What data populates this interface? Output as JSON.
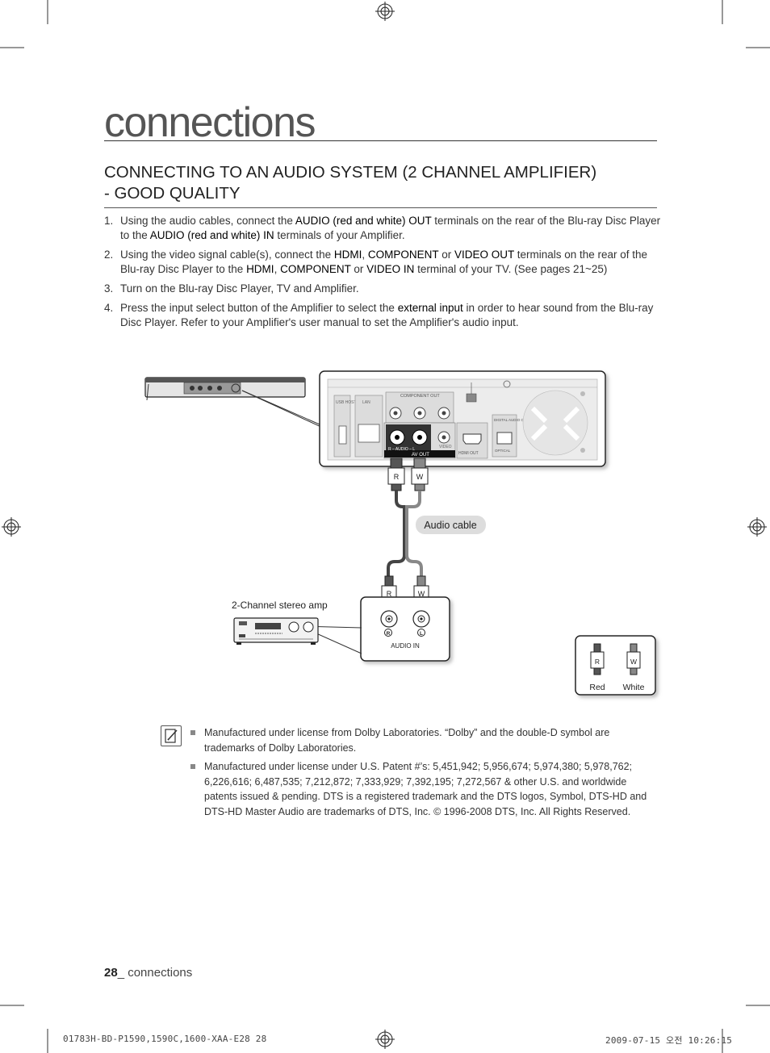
{
  "header": {
    "section_title": "connections"
  },
  "heading": {
    "line1": "CONNECTING TO AN AUDIO SYSTEM (2 CHANNEL AMPLIFIER)",
    "line2": "- GOOD QUALITY"
  },
  "steps": [
    {
      "num": "1.",
      "segments": [
        {
          "t": "Using the audio cables, connect the "
        },
        {
          "t": "AUDIO (red and white) OUT",
          "kw": true
        },
        {
          "t": " terminals on the rear of the Blu-ray Disc Player to the "
        },
        {
          "t": "AUDIO (red and white) IN",
          "kw": true
        },
        {
          "t": " terminals of your Amplifier."
        }
      ]
    },
    {
      "num": "2.",
      "segments": [
        {
          "t": "Using the video signal cable(s), connect the "
        },
        {
          "t": "HDMI",
          "kw": true
        },
        {
          "t": ", "
        },
        {
          "t": "COMPONENT",
          "kw": true
        },
        {
          "t": " or "
        },
        {
          "t": "VIDEO OUT",
          "kw": true
        },
        {
          "t": " terminals on the rear of the Blu-ray Disc Player to the "
        },
        {
          "t": "HDMI",
          "kw": true
        },
        {
          "t": ", "
        },
        {
          "t": "COMPONENT",
          "kw": true
        },
        {
          "t": " or "
        },
        {
          "t": "VIDEO IN",
          "kw": true
        },
        {
          "t": " terminal of your TV. (See pages 21~25)"
        }
      ]
    },
    {
      "num": "3.",
      "segments": [
        {
          "t": "Turn on the Blu-ray Disc Player, TV and Amplifier."
        }
      ]
    },
    {
      "num": "4.",
      "segments": [
        {
          "t": "Press the input select button of the Amplifier to select the "
        },
        {
          "t": "external input",
          "kw": true
        },
        {
          "t": "  in order to hear sound from the Blu-ray Disc Player. Refer to your Amplifier's user manual to set the Amplifier's audio input."
        }
      ]
    }
  ],
  "diagram": {
    "component_out": "COMPONENT OUT",
    "av_out": "AV OUT",
    "audio_rl": "R – AUDIO – L",
    "video": "VIDEO",
    "hdmi_out": "HDMI OUT",
    "digital_audio_out": "DIGITAL AUDIO OUT",
    "optical": "OPTICAL",
    "lan": "LAN",
    "usb_host": "USB HOST",
    "audio_cable": "Audio cable",
    "amp_label": "2-Channel stereo amp",
    "audio_in": "AUDIO IN",
    "plug_r": "R",
    "plug_w": "W",
    "jack_r": "R",
    "jack_l": "L",
    "legend_red": "Red",
    "legend_white": "White"
  },
  "notes": [
    "Manufactured under license from Dolby Laboratories. “Dolby” and the double-D symbol are trademarks of Dolby Laboratories.",
    "Manufactured under license under U.S. Patent #’s: 5,451,942; 5,956,674; 5,974,380; 5,978,762; 6,226,616; 6,487,535; 7,212,872; 7,333,929; 7,392,195; 7,272,567 & other U.S. and worldwide patents issued & pending. DTS is a registered trademark and the DTS logos, Symbol, DTS-HD and DTS-HD Master Audio are trademarks of DTS, Inc. © 1996-2008 DTS, Inc. All Rights Reserved."
  ],
  "footer": {
    "page_number": "28",
    "page_label": "_ connections",
    "slug_left": "01783H-BD-P1590,1590C,1600-XAA-E28  28",
    "slug_right": "2009-07-15  오전 10:26:15"
  }
}
